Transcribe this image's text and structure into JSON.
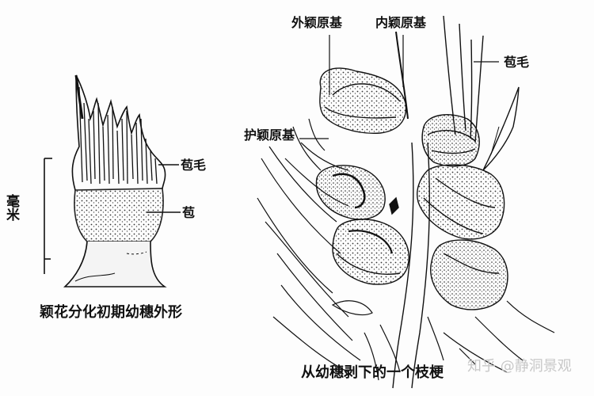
{
  "figure_left": {
    "caption": "颖花分化初期幼穗外形",
    "scale_label": "毫米",
    "labels": {
      "bract_hair": "苞毛",
      "bract": "苞"
    }
  },
  "figure_right": {
    "caption": "从幼穗剥下的一个枝梗",
    "labels": {
      "outer_glume_primordium": "外颖原基",
      "inner_glume_primordium": "内颖原基",
      "bract_hair": "苞毛",
      "protective_glume_primordium": "护颖原基"
    }
  },
  "watermark": "知乎 @静洞景观",
  "colors": {
    "ink": "#111111",
    "background": "#fdfdfd",
    "stipple": "#555555",
    "watermark": "#c8c8c8"
  }
}
